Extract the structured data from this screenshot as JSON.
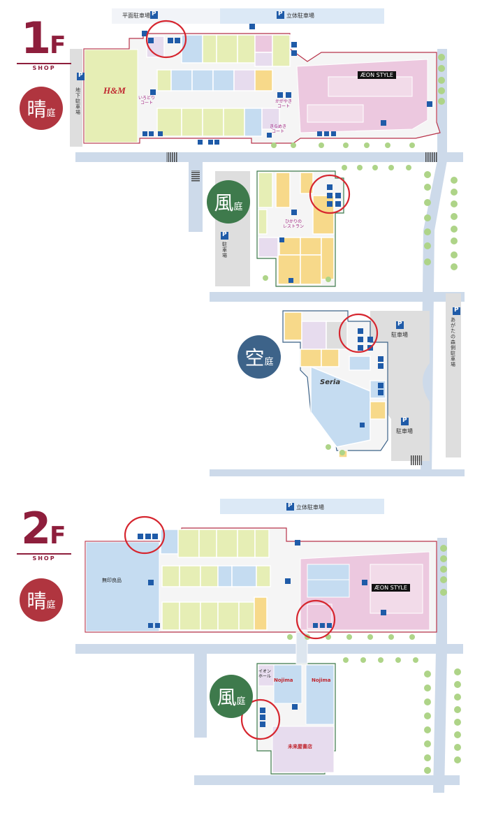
{
  "floors": [
    {
      "level_num": "1",
      "level_letter": "F",
      "label": "SHOP"
    },
    {
      "level_num": "2",
      "level_letter": "F",
      "label": "SHOP"
    }
  ],
  "zones": [
    {
      "big": "晴",
      "small": "庭",
      "color": "#b0353f"
    },
    {
      "big": "風",
      "small": "庭",
      "color": "#3e7a4c"
    },
    {
      "big": "空",
      "small": "庭",
      "color": "#3d6389"
    },
    {
      "big": "晴",
      "small": "庭",
      "color": "#b0353f"
    },
    {
      "big": "風",
      "small": "庭",
      "color": "#3e7a4c"
    }
  ],
  "parking": {
    "flat_1f": "平面駐車場",
    "multi_1f": "立体駐車場",
    "multi_2f": "立体駐車場",
    "underground": [
      "地",
      "下",
      "駐",
      "車",
      "場"
    ],
    "kaze_lot": [
      "駐",
      "車",
      "場"
    ],
    "sora_lot": "駐車場",
    "sora_lot_south": "駐車場",
    "agata": [
      "あ",
      "が",
      "た",
      "の",
      "森",
      "側",
      "駐",
      "車",
      "場"
    ],
    "p_symbol": "P"
  },
  "stores": {
    "hm": "H&M",
    "aeon_style": "ÆON STYLE",
    "muji": "無印良品",
    "seria": "Seria",
    "nojima": "Nojima",
    "aeon_hall": [
      "イオン",
      "ホール"
    ],
    "bookstore": "未来屋書店"
  },
  "courts": {
    "irodori": [
      "いろどり",
      "コート"
    ],
    "kagayaki": [
      "かがやき",
      "コート"
    ],
    "kirameki": [
      "きらめき",
      "コート"
    ],
    "hikari": [
      "ひかりの",
      "レストラン"
    ]
  },
  "colors": {
    "apparel_green": "#e6eeb5",
    "blue": "#c5dcf1",
    "pink": "#ecc8df",
    "yellow": "#f7d98a",
    "lavender": "#e7dcee",
    "gray": "#dedede",
    "road": "#cddaea",
    "highlight": "#d6262f",
    "facility": "#1f5ba8"
  }
}
